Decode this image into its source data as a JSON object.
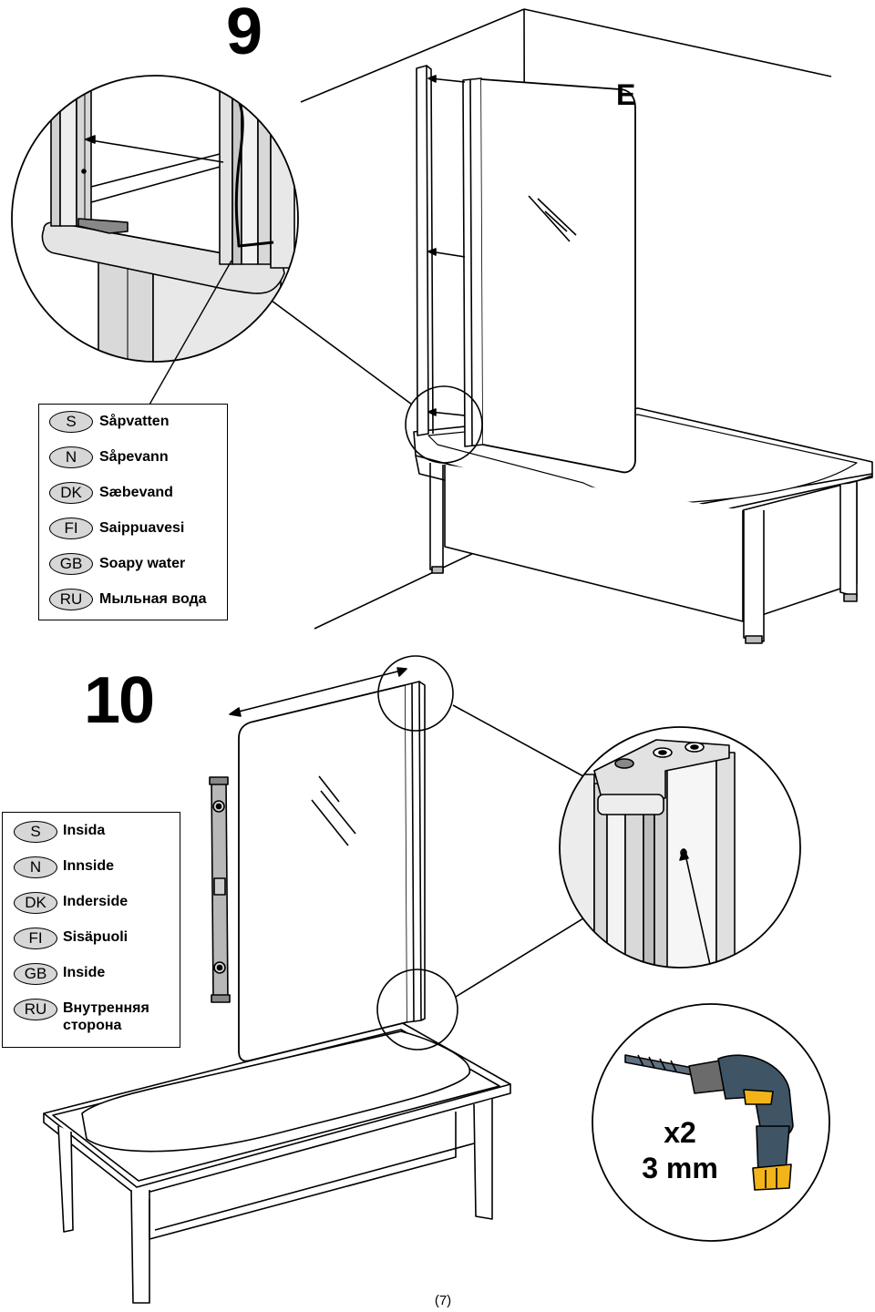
{
  "step9": {
    "number": "9",
    "part_label": "E",
    "legend": [
      {
        "code": "S",
        "text": "Såpvatten"
      },
      {
        "code": "N",
        "text": "Såpevann"
      },
      {
        "code": "DK",
        "text": "Sæbevand"
      },
      {
        "code": "FI",
        "text": "Saippuavesi"
      },
      {
        "code": "GB",
        "text": "Soapy water"
      },
      {
        "code": "RU",
        "text": "Мыльная вода"
      }
    ]
  },
  "step10": {
    "number": "10",
    "legend": [
      {
        "code": "S",
        "text": "Insida"
      },
      {
        "code": "N",
        "text": "Innside"
      },
      {
        "code": "DK",
        "text": "Inderside"
      },
      {
        "code": "FI",
        "text": "Sisäpuoli"
      },
      {
        "code": "GB",
        "text": "Inside"
      },
      {
        "code": "RU",
        "text": "Внутренняя",
        "text2": "сторона"
      }
    ],
    "drill": {
      "quantity": "x2",
      "bit_size": "3 mm"
    }
  },
  "page_number": "(7)",
  "colors": {
    "ink": "#000000",
    "glass": "#ffffff",
    "metal": "#d9d9d9",
    "badge": "#d7d7d7",
    "level": "#b8b8b8",
    "drill_body": "#3f5566",
    "drill_accent": "#f2b418"
  }
}
